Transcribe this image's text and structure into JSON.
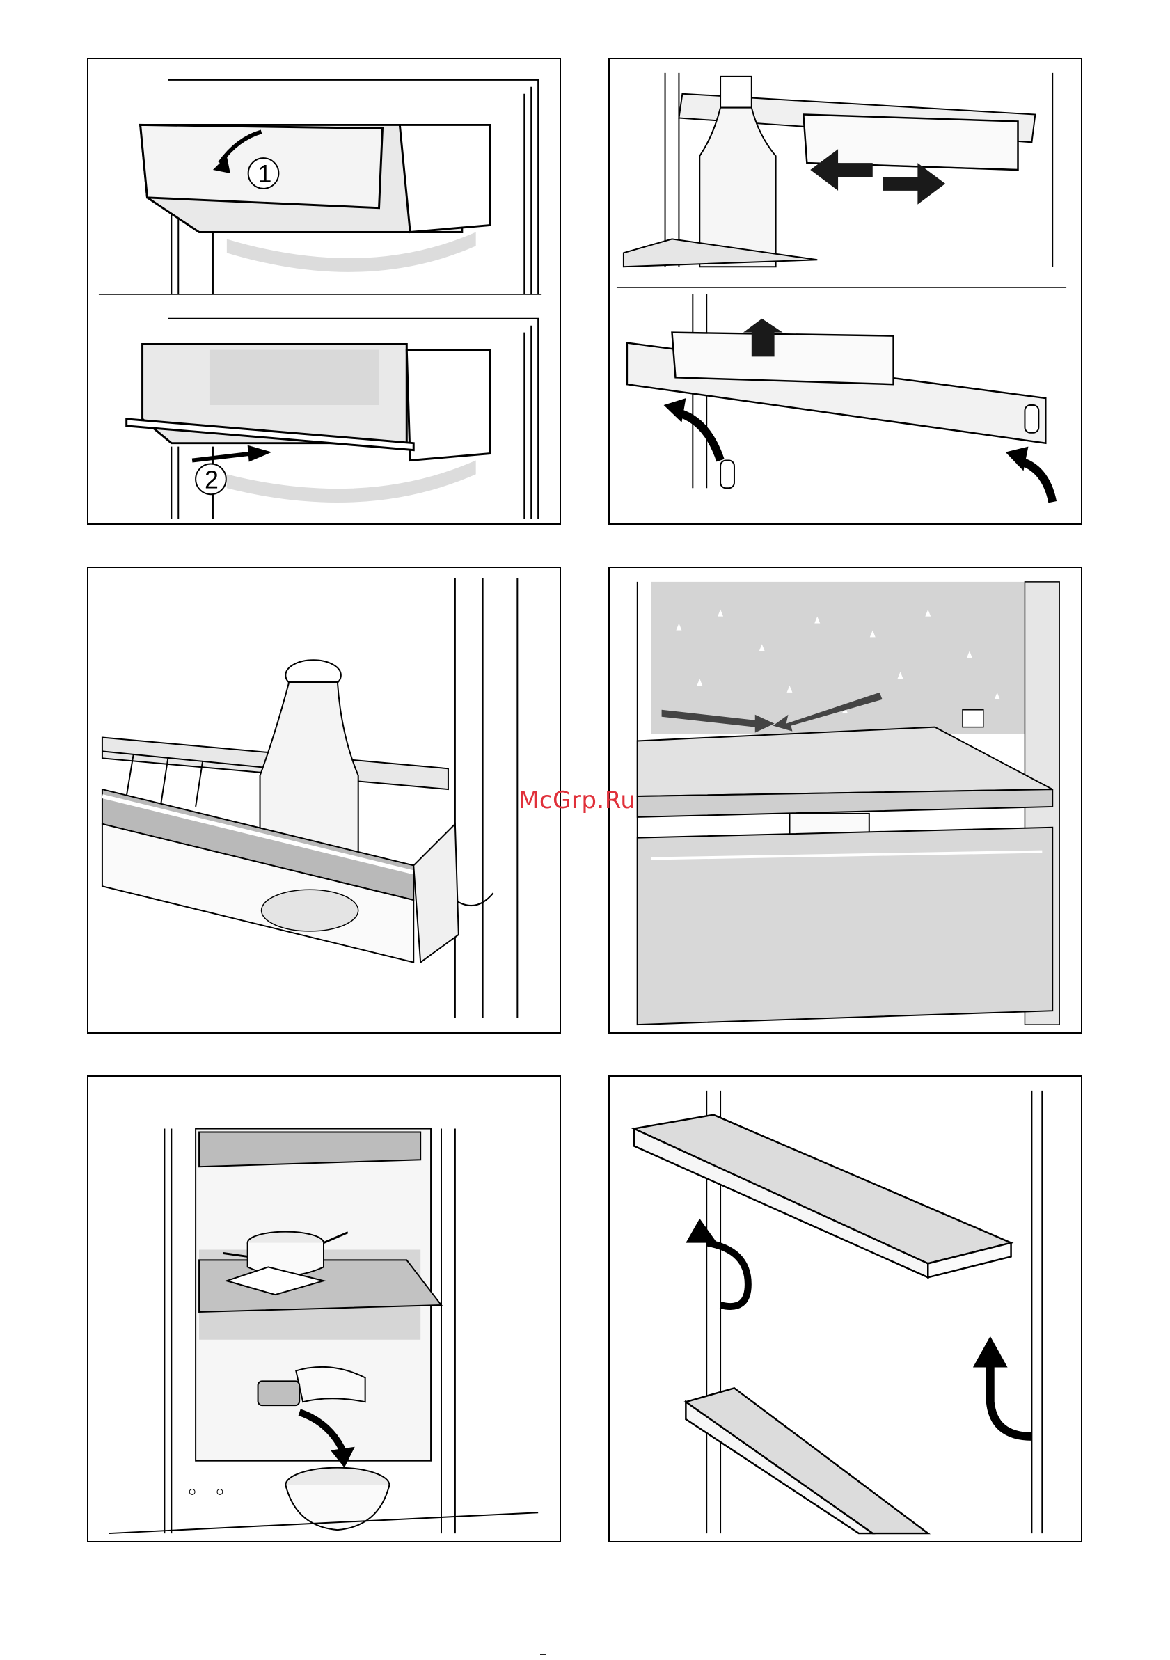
{
  "watermark": {
    "text": "McGrp.Ru",
    "color": "#e0303a"
  },
  "panels": [
    {
      "id": "p1",
      "steps": [
        "1",
        "2"
      ],
      "icon": "shelf-lid-remove-illustration"
    },
    {
      "id": "p2",
      "icon": "door-rack-adjust-illustration"
    },
    {
      "id": "p3",
      "icon": "bottle-door-shelf-illustration"
    },
    {
      "id": "p4",
      "icon": "condensation-drain-illustration"
    },
    {
      "id": "p5",
      "icon": "defrost-cleaning-illustration"
    },
    {
      "id": "p6",
      "icon": "door-tray-remove-illustration"
    }
  ],
  "colors": {
    "line": "#000000",
    "shade": "#cfcfcf",
    "dark_shade": "#9a9a9a",
    "arrow": "#1a1a1a"
  }
}
